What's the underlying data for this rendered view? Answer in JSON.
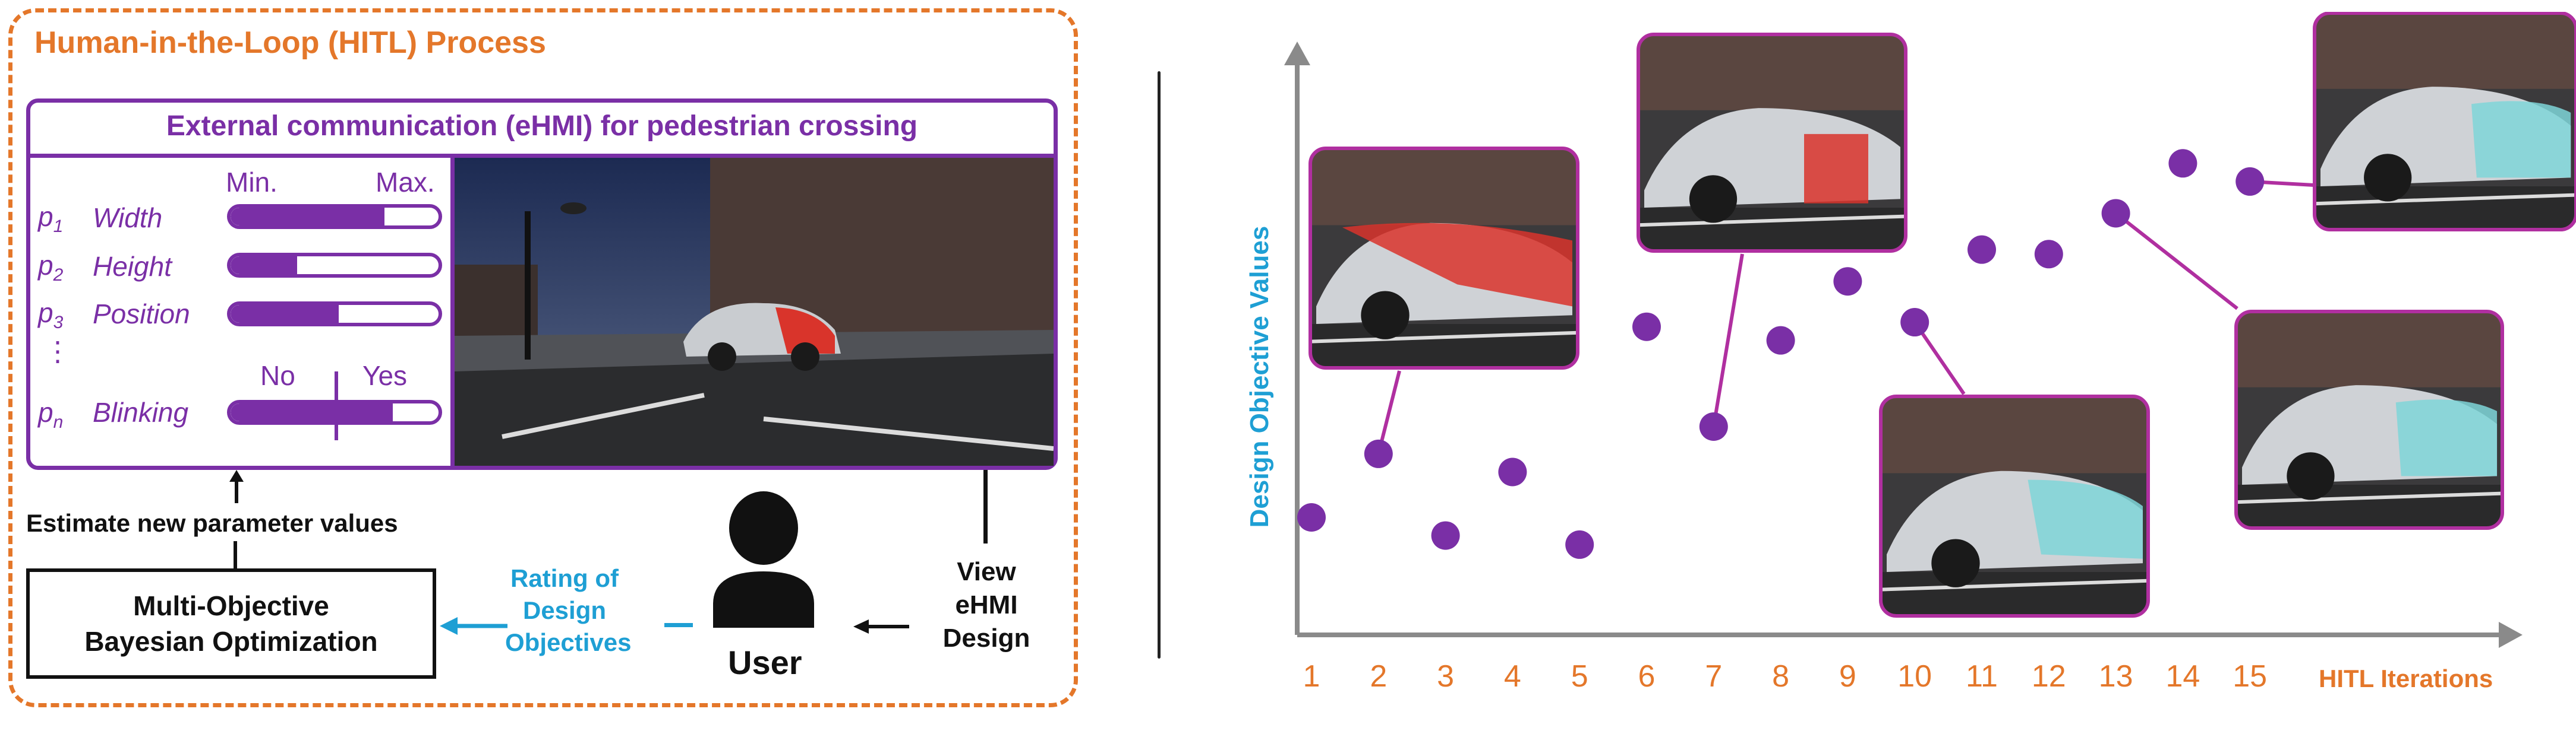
{
  "hitl": {
    "title": "Human-in-the-Loop (HITL) Process",
    "panel_title": "External communication (eHMI) for pedestrian crossing",
    "slider_min": "Min.",
    "slider_max": "Max.",
    "toggle_no": "No",
    "toggle_yes": "Yes",
    "params": [
      {
        "symbol": "p",
        "index": "1",
        "name": "Width",
        "level": 0.74
      },
      {
        "symbol": "p",
        "index": "2",
        "name": "Height",
        "level": 0.32
      },
      {
        "symbol": "p",
        "index": "3",
        "name": "Position",
        "level": 0.52
      },
      {
        "symbol": "p",
        "index": "n",
        "name": "Blinking",
        "level": 0.78
      }
    ],
    "dots": "⋮",
    "estimate_label": "Estimate new parameter values",
    "optimizer": [
      "Multi-Objective",
      "Bayesian Optimization"
    ],
    "rating": [
      "Rating of",
      "Design",
      "Objectives"
    ],
    "user_label": "User",
    "view_label": [
      "View",
      "eHMI",
      "Design"
    ]
  },
  "colors": {
    "orange": "#E4772A",
    "purple": "#7A2FA6",
    "blue": "#1E9FD4",
    "magenta": "#B02FA0",
    "ehmi_red": "#D9342B",
    "ehmi_cyan": "#7FD6D8"
  },
  "icons": {
    "user": "person-silhouette-icon"
  },
  "chart_data": {
    "type": "scatter",
    "x": [
      1,
      2,
      3,
      4,
      5,
      6,
      7,
      8,
      9,
      10,
      11,
      12,
      13,
      14,
      15
    ],
    "y": [
      0.2,
      0.34,
      0.16,
      0.3,
      0.14,
      0.62,
      0.4,
      0.59,
      0.72,
      0.63,
      0.79,
      0.78,
      0.87,
      0.98,
      0.94
    ],
    "xlabel": "HITL Iterations",
    "ylabel": "Design Objective Values",
    "xticks": [
      "1",
      "2",
      "3",
      "4",
      "5",
      "6",
      "7",
      "8",
      "9",
      "10",
      "11",
      "12",
      "13",
      "14",
      "15"
    ],
    "yticks": [],
    "grid": false,
    "legend": "none",
    "thumbnails": [
      {
        "iteration": 2,
        "ehmi": "red, full front"
      },
      {
        "iteration": 7,
        "ehmi": "red, small center"
      },
      {
        "iteration": 10,
        "ehmi": "cyan, side"
      },
      {
        "iteration": 13,
        "ehmi": "cyan, front"
      },
      {
        "iteration": 15,
        "ehmi": "cyan, front"
      }
    ]
  }
}
